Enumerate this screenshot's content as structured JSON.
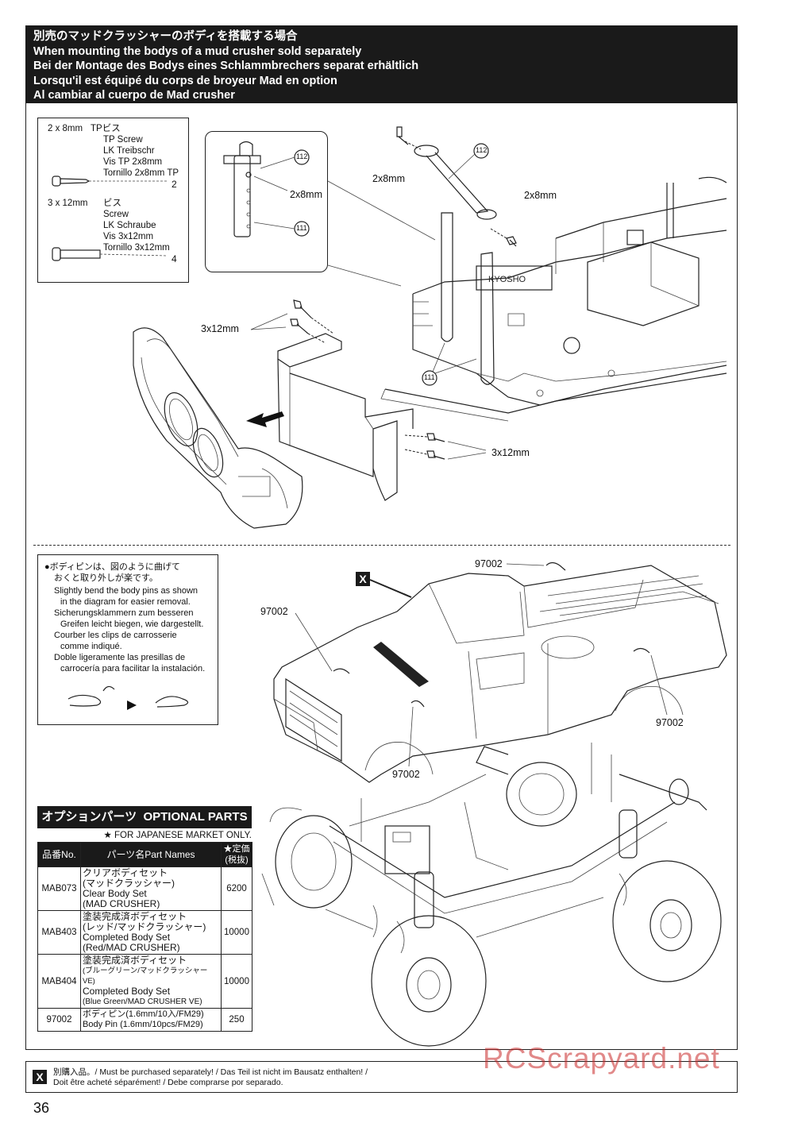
{
  "header": {
    "line_ja": "別売のマッドクラッシャーのボディを搭載する場合",
    "line_en": "When mounting the bodys of a mud crusher sold separately",
    "line_de": "Bei der Montage des Bodys eines Schlammbrechers separat erhältlich",
    "line_fr": "Lorsqu'il est équipé du corps de broyeur Mad en option",
    "line_es": "Al cambiar al cuerpo de Mad crusher"
  },
  "screws": [
    {
      "size": "2 x 8mm",
      "ja": "TPビス",
      "en": "TP Screw",
      "de": "LK Treibschr",
      "fr": "Vis TP 2x8mm",
      "es": "Tornillo 2x8mm TP",
      "qty": "2"
    },
    {
      "size": "3 x 12mm",
      "ja": "ビス",
      "en": "Screw",
      "de": "LK Schraube",
      "fr": "Vis 3x12mm",
      "es": "Tornillo 3x12mm",
      "qty": "4"
    }
  ],
  "callouts": {
    "part112": "112",
    "part111": "111",
    "size_2x8": "2x8mm",
    "size_3x12": "3x12mm",
    "pin": "97002",
    "x_mark": "X"
  },
  "note": {
    "ja1": "●ボディピンは、図のように曲げて",
    "ja2": "おくと取り外しが楽です。",
    "en1": "Slightly bend the body pins as shown",
    "en2": "in the diagram for easier removal.",
    "de1": "Sicherungsklammern zum besseren",
    "de2": "Greifen leicht biegen, wie dargestellt.",
    "fr1": "Courber les clips de carrosserie",
    "fr2": "comme indiqué.",
    "es1": "Doble ligeramente las presillas de",
    "es2": "carrocería para facilitar la instalación."
  },
  "optional": {
    "title_ja": "オプションパーツ",
    "title_en": "OPTIONAL PARTS",
    "market_note": "★ FOR JAPANESE MARKET ONLY.",
    "col_no_ja": "品番",
    "col_no_en": "No.",
    "col_name_ja": "パーツ名",
    "col_name_en": "Part Names",
    "col_price_ja": "★定価",
    "col_price_sub": "(税抜)",
    "rows": [
      {
        "no": "MAB073",
        "ja1": "クリアボディセット",
        "ja2": "(マッドクラッシャー)",
        "en1": "Clear Body Set",
        "en2": "(MAD CRUSHER)",
        "price": "6200"
      },
      {
        "no": "MAB403",
        "ja1": "塗装完成済ボディセット",
        "ja2": "(レッド/マッドクラッシャー)",
        "en1": "Completed Body Set",
        "en2": "(Red/MAD CRUSHER)",
        "price": "10000"
      },
      {
        "no": "MAB404",
        "ja1": "塗装完成済ボディセット",
        "ja2": "(ブルーグリーン/マッドクラッシャーVE)",
        "en1": "Completed Body Set",
        "en2": "(Blue Green/MAD CRUSHER VE)",
        "price": "10000"
      },
      {
        "no": "97002",
        "ja1": "ボディピン(1.6mm/10入/FM29)",
        "ja2": "",
        "en1": "Body Pin (1.6mm/10pcs/FM29)",
        "en2": "",
        "price": "250"
      }
    ]
  },
  "footer": {
    "line1": "別購入品。/  Must be purchased separately! / Das Teil ist nicht im Bausatz enthalten! /",
    "line2": "Doit être acheté séparément! / Debe comprarse por separado."
  },
  "page_number": "36",
  "watermark": "RCScrapyard.net"
}
